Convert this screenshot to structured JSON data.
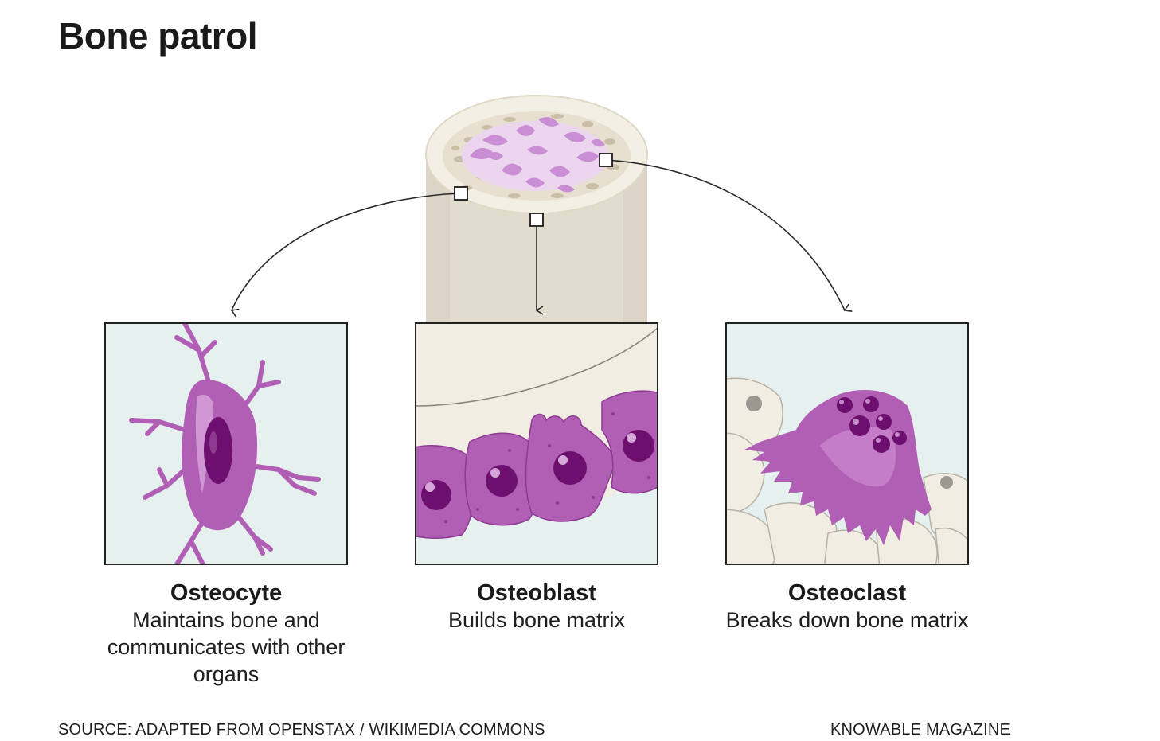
{
  "title": "Bone patrol",
  "cells": [
    {
      "name": "Osteocyte",
      "description": "Maintains bone and communicates with other organs"
    },
    {
      "name": "Osteoblast",
      "description": "Builds bone matrix"
    },
    {
      "name": "Osteoclast",
      "description": "Breaks down bone matrix"
    }
  ],
  "source": "SOURCE: ADAPTED FROM OPENSTAX / WIKIMEDIA COMMONS",
  "credit": "KNOWABLE MAGAZINE",
  "colors": {
    "cell_purple": "#b05fb5",
    "nucleus": "#6c0f6e",
    "bone": "#e2dccf",
    "panel_blue": "#e6f0ef",
    "marrow": "#dcb6e6"
  }
}
